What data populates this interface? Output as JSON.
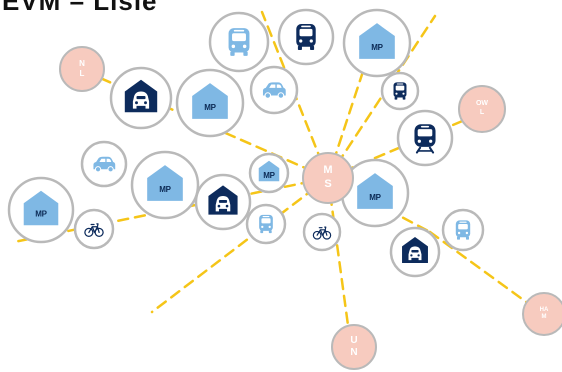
{
  "title": "EVM – Lisle",
  "colors": {
    "line": "#f5c518",
    "ring": "#b9b9b9",
    "pale_blue": "#7fb8e4",
    "navy": "#0d2b5c",
    "peach": "#f7cbbf",
    "peach_text": "#ffffff"
  },
  "mobility_point_label": "MP",
  "destinations": {
    "nl": {
      "lines": [
        "N",
        "L"
      ]
    },
    "ms": {
      "lines": [
        "M",
        "S"
      ]
    },
    "ow": {
      "lines": [
        "OW",
        "L"
      ]
    },
    "un": {
      "lines": [
        "U",
        "N"
      ]
    },
    "ha": {
      "lines": [
        "HA",
        "M"
      ]
    }
  },
  "hubs": [
    {
      "id": "bus-1",
      "icon": "bus-icon",
      "style": "pale"
    },
    {
      "id": "bus-2",
      "icon": "bus-icon",
      "style": "navy"
    },
    {
      "id": "mp-1",
      "icon": "mobility-point-icon",
      "style": "pale"
    },
    {
      "id": "garage-1",
      "icon": "car-garage-icon",
      "style": "navy"
    },
    {
      "id": "mp-2",
      "icon": "mobility-point-icon",
      "style": "pale"
    },
    {
      "id": "car-1",
      "icon": "car-icon",
      "style": "pale"
    },
    {
      "id": "bus-3",
      "icon": "bus-icon",
      "style": "navy"
    },
    {
      "id": "train-1",
      "icon": "train-icon",
      "style": "navy"
    },
    {
      "id": "car-2",
      "icon": "car-icon",
      "style": "pale"
    },
    {
      "id": "mp-3",
      "icon": "mobility-point-icon",
      "style": "pale"
    },
    {
      "id": "garage-2",
      "icon": "car-garage-icon",
      "style": "navy"
    },
    {
      "id": "mp-4",
      "icon": "mobility-point-icon",
      "style": "pale"
    },
    {
      "id": "bus-4",
      "icon": "bus-icon",
      "style": "pale"
    },
    {
      "id": "mp-5",
      "icon": "mobility-point-icon",
      "style": "pale"
    },
    {
      "id": "bike-1",
      "icon": "bicycle-icon",
      "style": "navy"
    },
    {
      "id": "bike-2",
      "icon": "bicycle-icon",
      "style": "navy"
    },
    {
      "id": "mp-6",
      "icon": "mobility-point-icon",
      "style": "pale"
    },
    {
      "id": "garage-3",
      "icon": "car-garage-icon",
      "style": "navy"
    },
    {
      "id": "bus-5",
      "icon": "bus-icon",
      "style": "pale"
    }
  ]
}
